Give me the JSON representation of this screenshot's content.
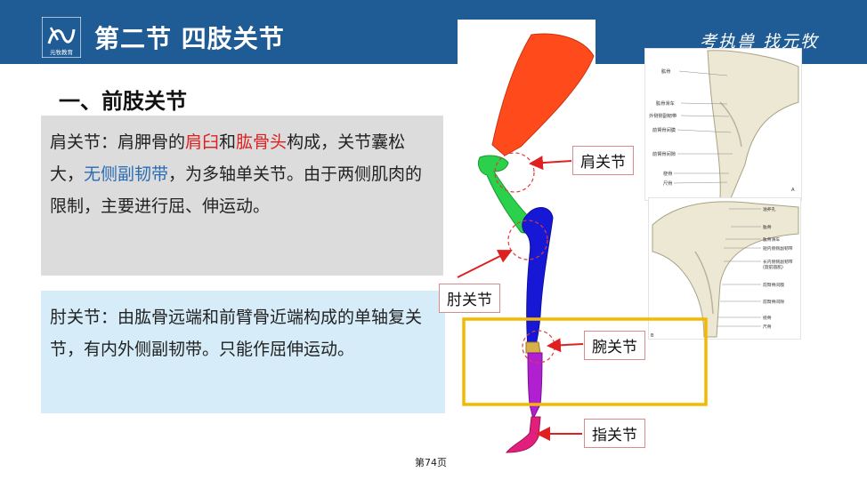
{
  "header": {
    "title": "第二节 四肢关节",
    "slogan": "考执兽  找元牧",
    "logo_caption": "元牧教育"
  },
  "section_title": "一、前肢关节",
  "shoulder": {
    "p1": "肩关节：肩胛骨的",
    "h1": "肩臼",
    "p2": "和",
    "h2": "肱骨头",
    "p3": "构成，关节囊松大，",
    "h3": "无侧副韧带",
    "p4": "，为多轴单关节。由于两侧肌肉的限制，主要进行屈、伸运动。"
  },
  "elbow": {
    "text": "肘关节：由肱骨远端和前臂骨近端构成的单轴复关节，有内外侧副韧带。只能作屈伸运动。"
  },
  "labels": {
    "shoulder": "肩关节",
    "elbow": "肘关节",
    "carpal": "腕关节",
    "digit": "指关节"
  },
  "anat_a": {
    "items": [
      "肱骨",
      "肱骨滑车",
      "外侧侧副韧带",
      "前臂骨间膜",
      "前臂骨间隙",
      "桡骨",
      "尺骨"
    ],
    "letter": "A"
  },
  "anat_b": {
    "items": [
      "滋养孔",
      "肱骨",
      "肱骨滑车",
      "短内侧侧副韧带",
      "长内侧侧副韧带",
      "(旋前圆肌)",
      "前臂骨间膜",
      "前臂骨间隙",
      "桡骨",
      "尺骨"
    ],
    "letter": "B"
  },
  "page_number": "第74页",
  "colors": {
    "header_bg": "#1f5b94",
    "highlight_red": "#e02020",
    "highlight_blue": "#2a6cb3",
    "frame_yellow": "#f5b800",
    "scapula": "#ff4a1c",
    "humerus": "#2bd14a",
    "radius": "#1717d6",
    "metacarpal": "#b020d0",
    "phalanx": "#e0207c"
  }
}
